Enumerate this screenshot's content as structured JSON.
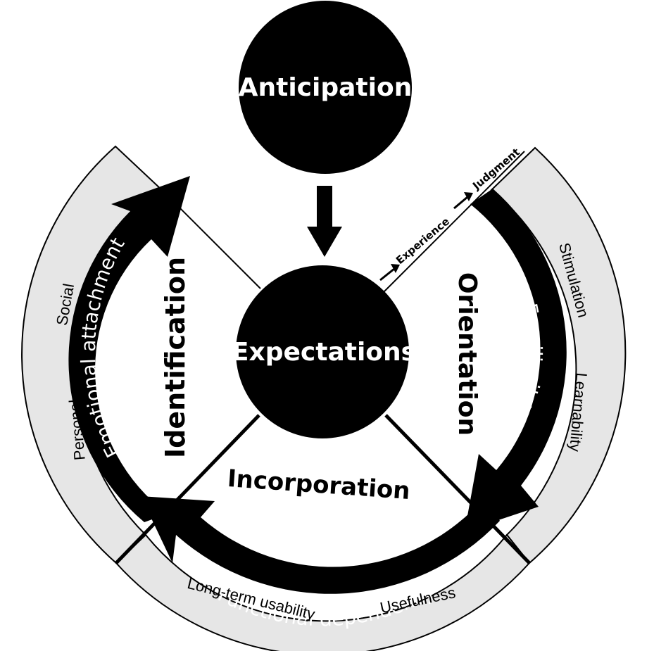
{
  "center_nodes": {
    "top": "Anticipation",
    "middle": "Expectations"
  },
  "phases": {
    "left": "Identification",
    "right": "Orientation",
    "bottom": "Incorporation"
  },
  "arrow_labels": {
    "left": "Emotional attachment",
    "right": "Familiarity",
    "bottom": "Functional dependency"
  },
  "outer_ring": {
    "left_top": "Social",
    "left_bottom": "Personal",
    "right_top": "Stimulation",
    "right_bottom": "Learnability",
    "bottom_left": "Long-term usability",
    "bottom_right": "Usefulness"
  },
  "flow": {
    "step1": "Experience",
    "step2": "Judgment"
  },
  "colors": {
    "ring_fill": "#e6e6e6",
    "node_fill": "#000000",
    "arrow_fill": "#000000",
    "background": "#ffffff"
  },
  "icons": [
    "down-arrow-icon",
    "small-right-arrow-icon",
    "curved-arrow-icon"
  ]
}
